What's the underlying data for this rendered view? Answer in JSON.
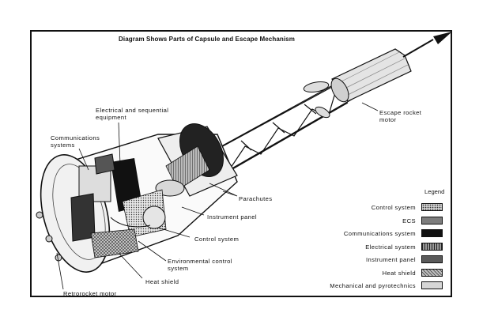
{
  "title": "Diagram Shows Parts of Capsule and Escape Mechanism",
  "labels": {
    "electrical": "Electrical and sequential\nequipment",
    "communications": "Communications\nsystems",
    "escape_motor": "Escape rocket\nmotor",
    "parachutes": "Parachutes",
    "instrument_panel": "Instrument panel",
    "control_system": "Control system",
    "environmental": "Environmental control\nsystem",
    "heat_shield": "Heat shield",
    "retrorocket": "Retrorocket motor"
  },
  "legend": {
    "title": "Legend",
    "items": [
      {
        "label": "Control system",
        "color": "#cfcfcf",
        "pattern": "dots"
      },
      {
        "label": "ECS",
        "color": "#7d7d7d",
        "pattern": "solid"
      },
      {
        "label": "Communications system",
        "color": "#111111",
        "pattern": "solid"
      },
      {
        "label": "Electrical system",
        "color": "#9a9a9a",
        "pattern": "lines"
      },
      {
        "label": "Instrument panel",
        "color": "#5a5a5a",
        "pattern": "solid"
      },
      {
        "label": "Heat shield",
        "color": "#bdbdbd",
        "pattern": "cross"
      },
      {
        "label": "Mechanical and pyrotechnics",
        "color": "#d6d6d6",
        "pattern": "solid"
      }
    ]
  }
}
